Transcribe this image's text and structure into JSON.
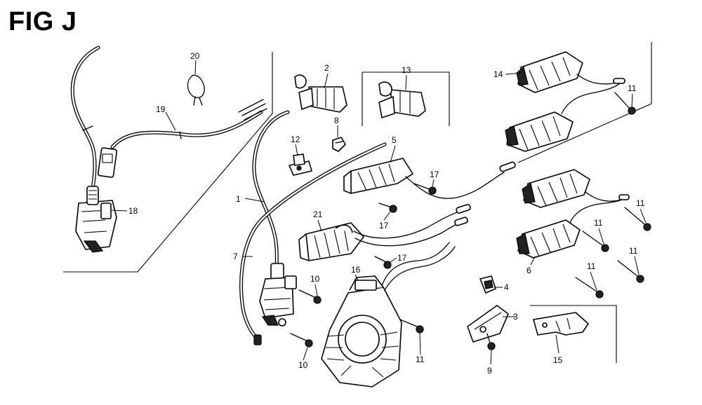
{
  "figure": {
    "title": "FIG J"
  },
  "callouts": [
    {
      "id": "c1",
      "label": "1"
    },
    {
      "id": "c2",
      "label": "2"
    },
    {
      "id": "c3",
      "label": "3"
    },
    {
      "id": "c4",
      "label": "4"
    },
    {
      "id": "c5",
      "label": "5"
    },
    {
      "id": "c6",
      "label": "6"
    },
    {
      "id": "c7",
      "label": "7"
    },
    {
      "id": "c8",
      "label": "8"
    },
    {
      "id": "c9",
      "label": "9"
    },
    {
      "id": "c10a",
      "label": "10"
    },
    {
      "id": "c10b",
      "label": "10"
    },
    {
      "id": "c11a",
      "label": "11"
    },
    {
      "id": "c11b",
      "label": "11"
    },
    {
      "id": "c11c",
      "label": "11"
    },
    {
      "id": "c11d",
      "label": "11"
    },
    {
      "id": "c11e",
      "label": "11"
    },
    {
      "id": "c11f",
      "label": "11"
    },
    {
      "id": "c12",
      "label": "12"
    },
    {
      "id": "c13",
      "label": "13"
    },
    {
      "id": "c14",
      "label": "14"
    },
    {
      "id": "c15",
      "label": "15"
    },
    {
      "id": "c16",
      "label": "16"
    },
    {
      "id": "c17a",
      "label": "17"
    },
    {
      "id": "c17b",
      "label": "17"
    },
    {
      "id": "c17c",
      "label": "17"
    },
    {
      "id": "c18",
      "label": "18"
    },
    {
      "id": "c19",
      "label": "19"
    },
    {
      "id": "c20",
      "label": "20"
    },
    {
      "id": "c21",
      "label": "21"
    }
  ]
}
